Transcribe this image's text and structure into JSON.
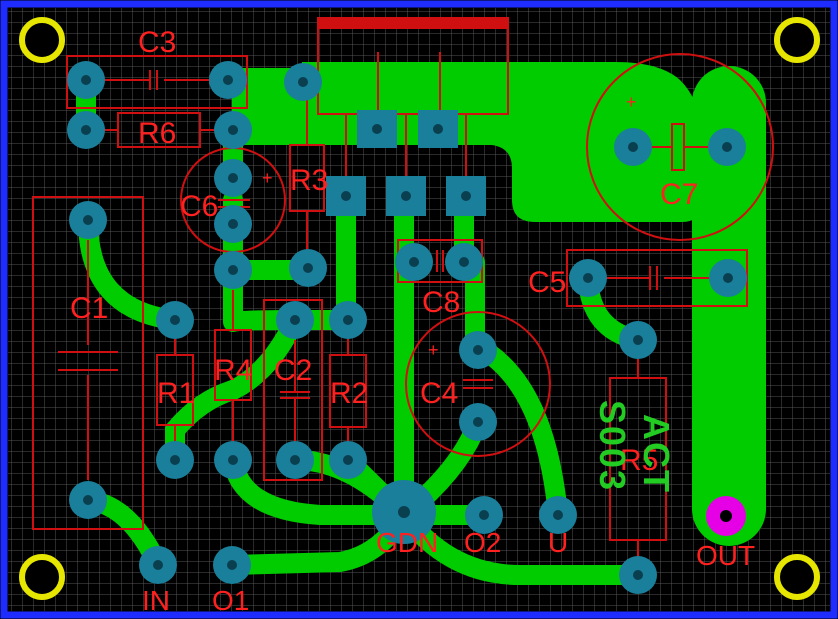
{
  "colors": {
    "background": "#000000",
    "grid": "#5a5a5a",
    "border": "#1e2cff",
    "copper": "#00cc00",
    "pad": "#1a7f9a",
    "drill": "#0a3f50",
    "outline": "#d01010",
    "label": "#ff2020",
    "mounting_ring": "#e6e600",
    "out_pad": "#e600e6"
  },
  "components": {
    "c1": "C1",
    "c2": "C2",
    "c3": "C3",
    "c4": "C4",
    "c5": "C5",
    "c6": "C6",
    "c7": "C7",
    "c8": "C8",
    "r1": "R1",
    "r2": "R2",
    "r3": "R3",
    "r4": "R4",
    "r5": "R5",
    "r6": "R6"
  },
  "polarity": {
    "c4_plus": "+",
    "c6_plus": "+",
    "c7_plus": "+"
  },
  "connectors": {
    "in": "IN",
    "o1": "O1",
    "gdn": "GDN",
    "o2": "O2",
    "u": "U",
    "out": "OUT"
  },
  "silkscreen": {
    "line1": "ACT",
    "line2": "S003"
  }
}
